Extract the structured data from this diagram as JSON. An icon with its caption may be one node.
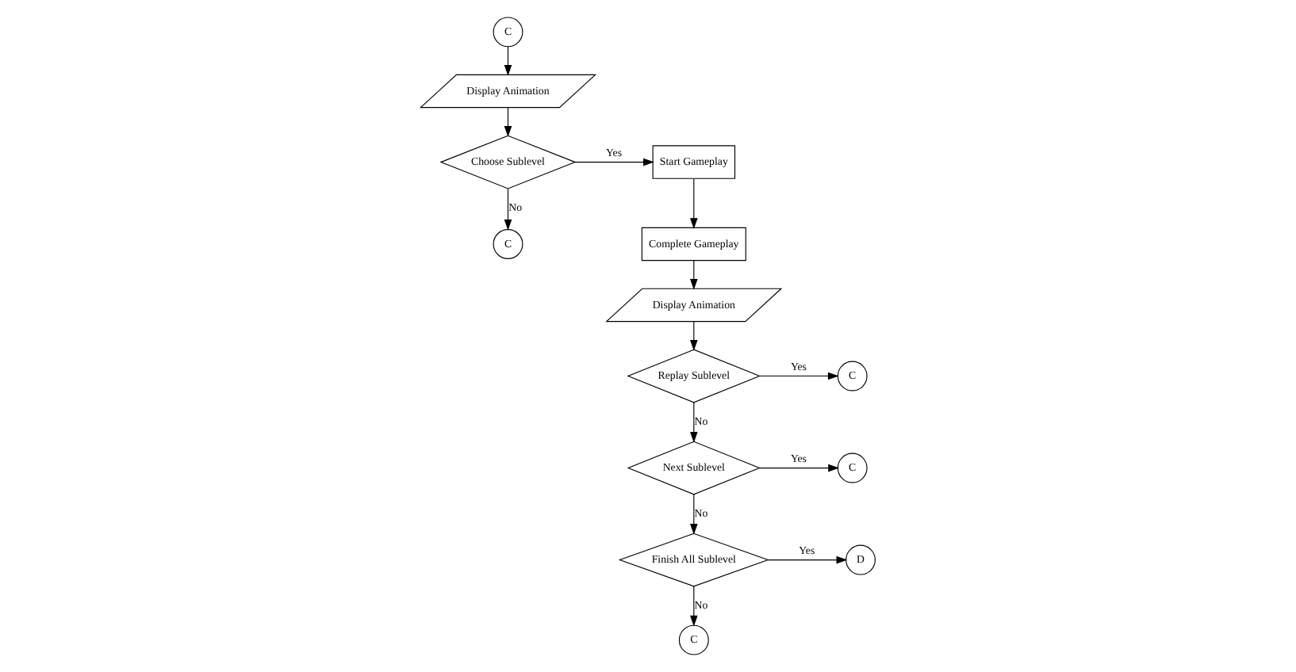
{
  "diagram": {
    "nodes": [
      {
        "text": [
          "C"
        ]
      },
      {
        "text": [
          "Display Animation"
        ]
      },
      {
        "text": [
          "Choose Sublevel"
        ]
      },
      {
        "text": [
          "C"
        ]
      },
      {
        "text": [
          "Start Gameplay"
        ]
      },
      {
        "text": [
          "Complete Gameplay"
        ]
      },
      {
        "text": [
          "Display Animation"
        ]
      },
      {
        "text": [
          "Replay Sublevel"
        ]
      },
      {
        "text": [
          "C"
        ]
      },
      {
        "text": [
          "Next Sublevel"
        ]
      },
      {
        "text": [
          "C"
        ]
      },
      {
        "text": [
          "Finish All Sublevel"
        ]
      },
      {
        "text": [
          "D"
        ]
      },
      {
        "text": [
          "C"
        ]
      }
    ],
    "edges": [
      {
        "from": 0,
        "to": 1,
        "arrow": "to"
      },
      {
        "from": 1,
        "to": 2,
        "arrow": "to"
      },
      {
        "from": 2,
        "to": 4,
        "arrow": "to",
        "label": "Yes"
      },
      {
        "from": 2,
        "to": 3,
        "arrow": "to",
        "label": "No"
      },
      {
        "from": 4,
        "to": 5,
        "arrow": "to"
      },
      {
        "from": 5,
        "to": 6,
        "arrow": "to"
      },
      {
        "from": 6,
        "to": 7,
        "arrow": "to"
      },
      {
        "from": 7,
        "to": 8,
        "arrow": "to",
        "label": "Yes"
      },
      {
        "from": 7,
        "to": 9,
        "arrow": "to",
        "label": "No"
      },
      {
        "from": 9,
        "to": 10,
        "arrow": "to",
        "label": "Yes"
      },
      {
        "from": 9,
        "to": 11,
        "arrow": "to",
        "label": "No"
      },
      {
        "from": 11,
        "to": 12,
        "arrow": "to",
        "label": "Yes"
      },
      {
        "from": 11,
        "to": 13,
        "arrow": "to",
        "label": "No"
      }
    ]
  }
}
